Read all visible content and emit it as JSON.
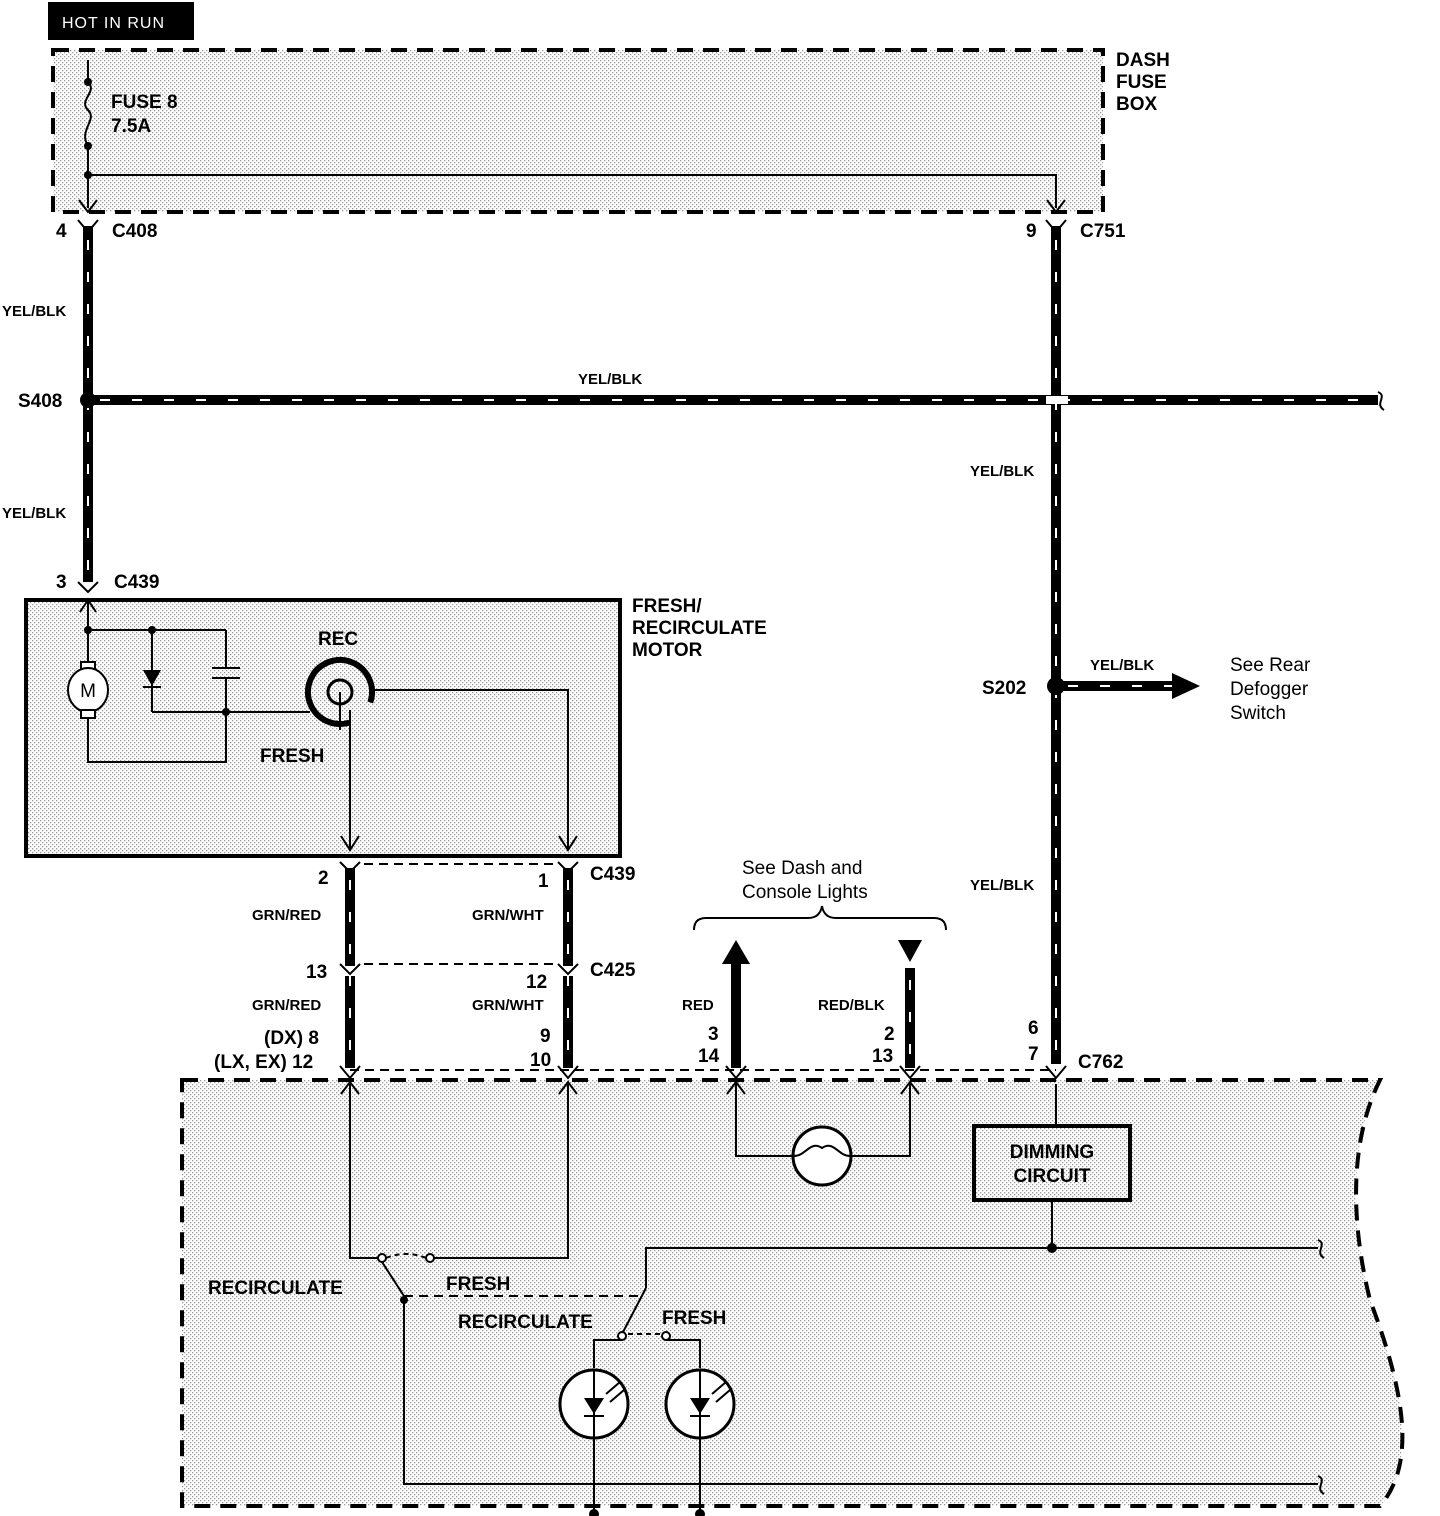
{
  "header": {
    "tag": "HOT IN RUN"
  },
  "fuse_box": {
    "title_lines": [
      "DASH",
      "FUSE",
      "BOX"
    ],
    "fuse_name": "FUSE 8",
    "fuse_rating": "7.5A"
  },
  "connectors": {
    "c408": {
      "name": "C408",
      "pin": "4"
    },
    "c751": {
      "name": "C751",
      "pin": "9"
    },
    "c439_top": {
      "name": "C439",
      "pin": "3"
    },
    "c439_bottom": {
      "name": "C439",
      "pin_left": "2",
      "pin_right": "1"
    },
    "c425": {
      "name": "C425",
      "pin_left": "13",
      "pin_right": "12"
    },
    "c762": {
      "name": "C762",
      "pin_a": "6",
      "pin_b": "7"
    }
  },
  "splices": {
    "s408": "S408",
    "s202": "S202"
  },
  "wires": {
    "yel_blk": "YEL/BLK",
    "grn_red": "GRN/RED",
    "grn_wht": "GRN/WHT",
    "red": "RED",
    "red_blk": "RED/BLK"
  },
  "motor": {
    "title_lines": [
      "FRESH/",
      "RECIRCULATE",
      "MOTOR"
    ],
    "motor_symbol": "M",
    "rec_label": "REC",
    "fresh_label": "FRESH"
  },
  "control_pins": {
    "grn_red_line1": "(DX) 8",
    "grn_red_line2": "(LX, EX) 12",
    "grn_wht_line1": "9",
    "grn_wht_line2": "10",
    "red_line1": "3",
    "red_line2": "14",
    "red_blk_line1": "2",
    "red_blk_line2": "13"
  },
  "references": {
    "dash_lights_lines": [
      "See Dash and",
      "Console Lights"
    ],
    "rear_defogger_lines": [
      "See Rear",
      "Defogger",
      "Switch"
    ]
  },
  "control_unit": {
    "dimming_lines": [
      "DIMMING",
      "CIRCUIT"
    ],
    "switch1_recirculate": "RECIRCULATE",
    "switch1_fresh": "FRESH",
    "switch2_recirculate": "RECIRCULATE",
    "switch2_fresh": "FRESH"
  },
  "icons": [
    "motor-icon",
    "diode-icon",
    "capacitor-icon",
    "switch-icon",
    "bulb-icon",
    "led-icon",
    "fuse-icon"
  ]
}
